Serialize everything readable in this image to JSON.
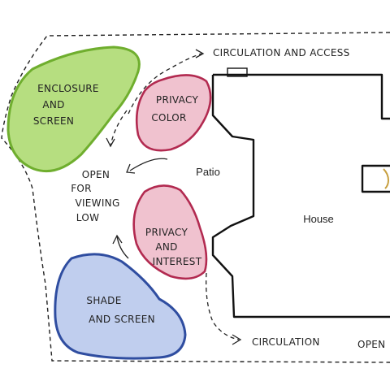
{
  "diagram": {
    "zones": {
      "enclosure": {
        "line1": "ENCLOSURE",
        "line2": "AND",
        "line3": "SCREEN",
        "fill": "#a9d86a",
        "stroke": "#6fae2e"
      },
      "privacy_color": {
        "line1": "PRIVACY",
        "line2": "COLOR",
        "fill": "#f0c2cf",
        "stroke": "#b22a50"
      },
      "privacy_interest": {
        "line1": "PRIVACY",
        "line2": "AND",
        "line3": "INTEREST",
        "fill": "#f0c2cf",
        "stroke": "#b22a50"
      },
      "shade_screen": {
        "line1": "SHADE",
        "line2": "AND SCREEN",
        "fill": "#b9c9ec",
        "stroke": "#2f4da0"
      }
    },
    "labels": {
      "circulation_access": "CIRCULATION AND ACCESS",
      "open_viewing": {
        "line1": "OPEN",
        "line2": "FOR",
        "line3": "VIEWING",
        "line4": "LOW"
      },
      "patio": "Patio",
      "house": "House",
      "circulation": "CIRCULATION",
      "open_edge": "OPEN"
    }
  }
}
